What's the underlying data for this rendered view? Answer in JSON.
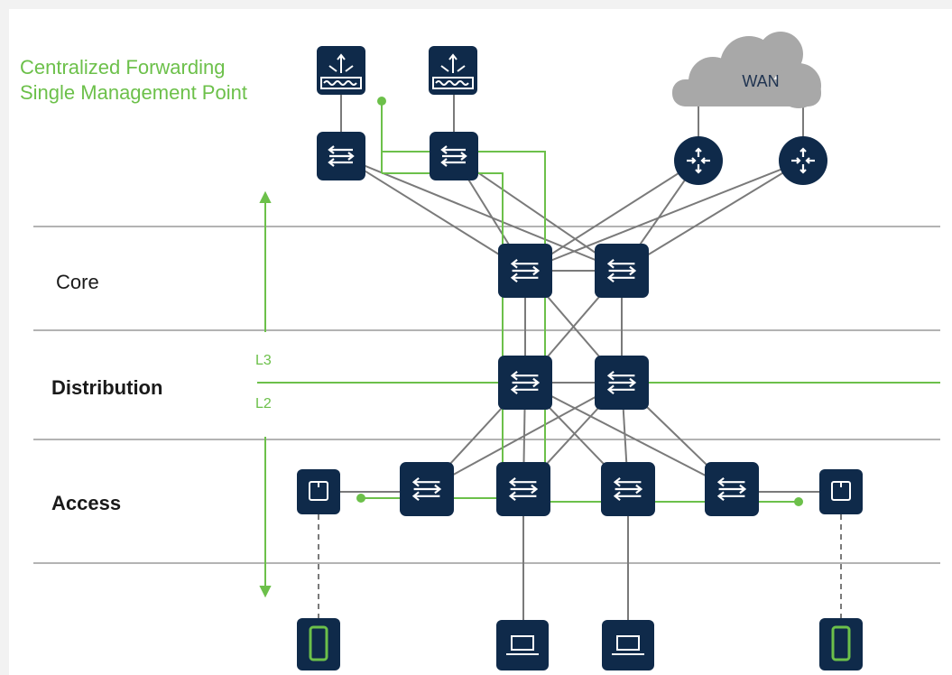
{
  "title_lines": [
    "Centralized Forwarding",
    "Single Management Point"
  ],
  "layers": {
    "core": "Core",
    "distribution": "Distribution",
    "access": "Access"
  },
  "boundary": {
    "l3": "L3",
    "l2": "L2"
  },
  "wan_label": "WAN",
  "colors": {
    "device_fill": "#0f2a4a",
    "accent_green": "#6cc04a",
    "link_gray": "#7a7a7a",
    "cloud_gray": "#a8a8a8",
    "background": "#ffffff"
  },
  "icons": {
    "controller": "wireless-controller-icon",
    "switch": "switch-icon",
    "router": "router-icon",
    "access_point": "access-point-icon",
    "mobile": "mobile-device-icon",
    "laptop": "laptop-icon",
    "cloud": "wan-cloud-icon"
  }
}
